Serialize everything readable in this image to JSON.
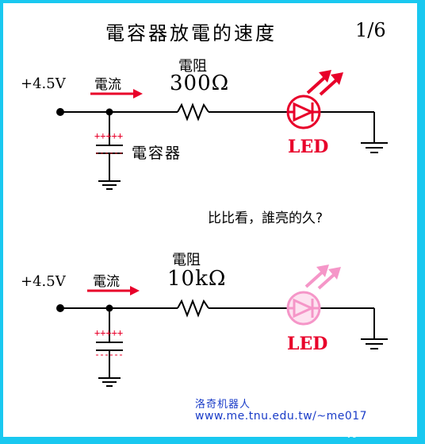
{
  "title": "電容器放電的速度",
  "page_indicator": "1/6",
  "colors": {
    "background": "#19c8f0",
    "led_bright": "#e8002a",
    "led_dim": "#f596c8",
    "current_arrow": "#e8002a",
    "link": "#1a3cc8"
  },
  "circuit1": {
    "voltage": "+4.5V",
    "current_label": "電流",
    "resistor_label": "電阻",
    "resistor_value": "300Ω",
    "capacitor_label": "電容器",
    "capacitor_charge": "+++++",
    "led_label": "LED",
    "led_state": "bright"
  },
  "question": "比比看，誰亮的久?",
  "circuit2": {
    "voltage": "+4.5V",
    "current_label": "電流",
    "resistor_label": "電阻",
    "resistor_value": "10kΩ",
    "capacitor_charge": "+++++",
    "led_label": "LED",
    "led_state": "dim"
  },
  "footer": {
    "author": "洛奇机器人",
    "url": "www.me.tnu.edu.tw/~me017"
  },
  "watermark": "mygemouser.com"
}
